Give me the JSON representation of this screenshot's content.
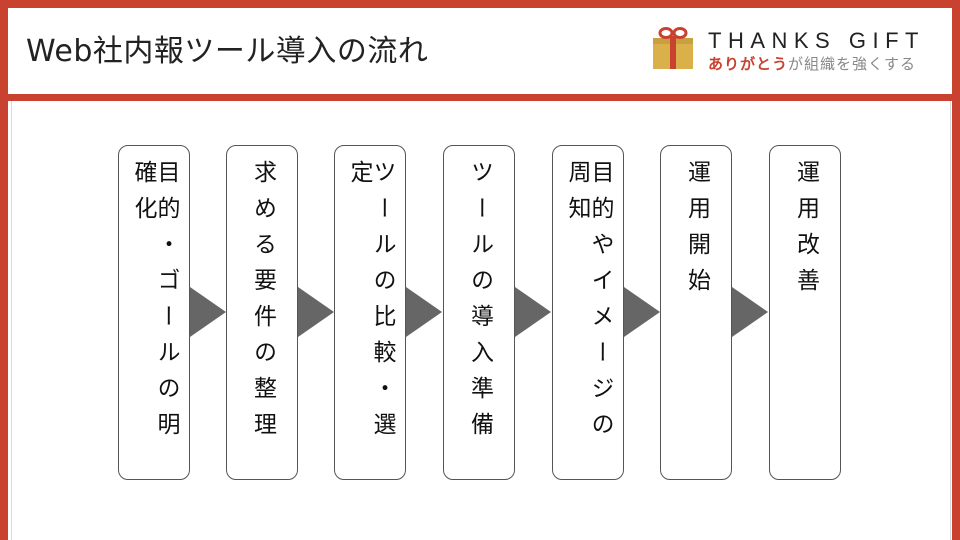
{
  "header": {
    "title": "Web社内報ツール導入の流れ"
  },
  "logo": {
    "brand": "THANKS GIFT",
    "tagline_accent": "ありがとう",
    "tagline_rest": "が組織を強くする",
    "icon": "gift-icon"
  },
  "colors": {
    "accent": "#c9412f",
    "arrow": "#666666",
    "gift_box": "#d9b04a"
  },
  "steps": [
    {
      "label": "目的・ゴールの明確化"
    },
    {
      "label": "求める要件の整理"
    },
    {
      "label": "ツールの比較・選定"
    },
    {
      "label": "ツールの導入準備"
    },
    {
      "label": "目的やイメージの周知"
    },
    {
      "label": "運用開始"
    },
    {
      "label": "運用改善"
    }
  ]
}
